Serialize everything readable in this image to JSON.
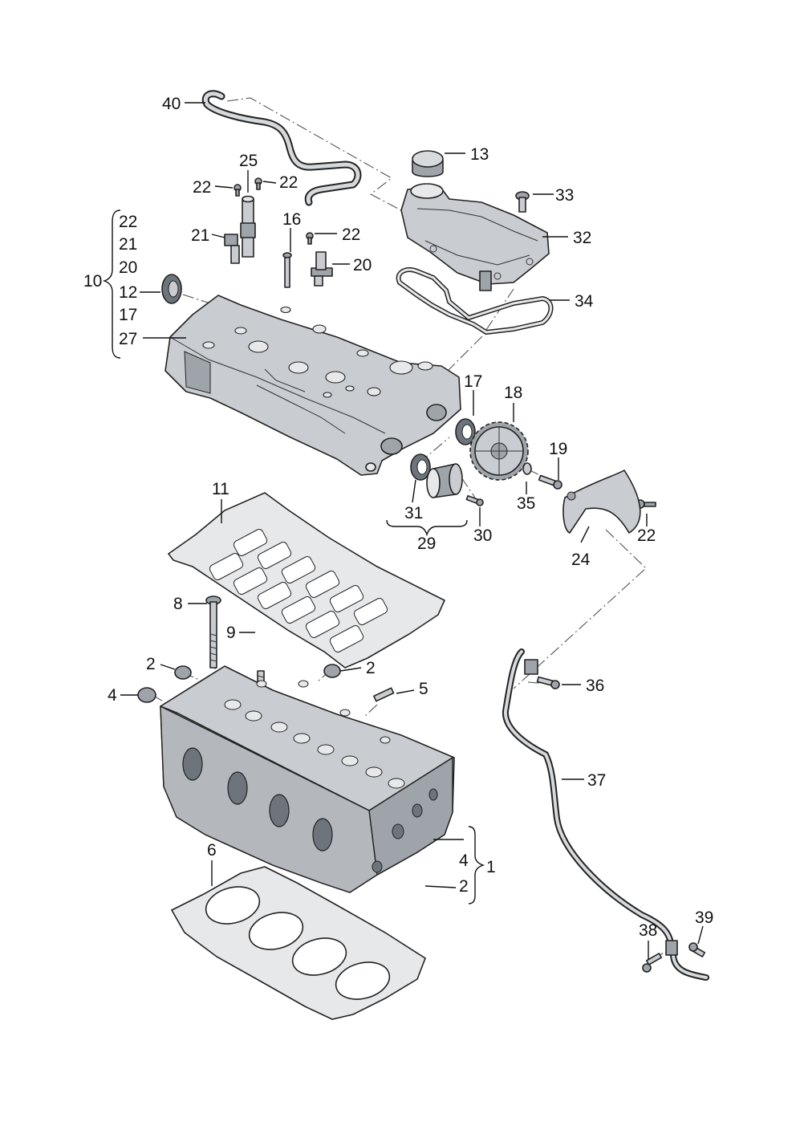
{
  "callouts": {
    "p40": "40",
    "p13": "13",
    "p25": "25",
    "p22a": "22",
    "p22b": "22",
    "p33": "33",
    "p16": "16",
    "p22c": "22",
    "p32": "32",
    "p21": "21",
    "p20": "20",
    "p10": "10",
    "g22": "22",
    "g21": "21",
    "g20": "20",
    "g12": "12",
    "g17": "17",
    "g27": "27",
    "p34": "34",
    "p17": "17",
    "p18": "18",
    "p19": "19",
    "p11": "11",
    "p31": "31",
    "p35": "35",
    "p22d": "22",
    "p30": "30",
    "p29": "29",
    "p24": "24",
    "p8": "8",
    "p9": "9",
    "p2a": "2",
    "p2b": "2",
    "p4a": "4",
    "p5": "5",
    "p36": "36",
    "p37": "37",
    "p4b": "4",
    "p1": "1",
    "p2c": "2",
    "p6": "6",
    "p38": "38",
    "p39": "39"
  },
  "colors": {
    "part_fill": "#c9ccd0",
    "part_dark": "#9fa4aa",
    "part_light": "#e6e8ea",
    "ink": "#111111"
  }
}
